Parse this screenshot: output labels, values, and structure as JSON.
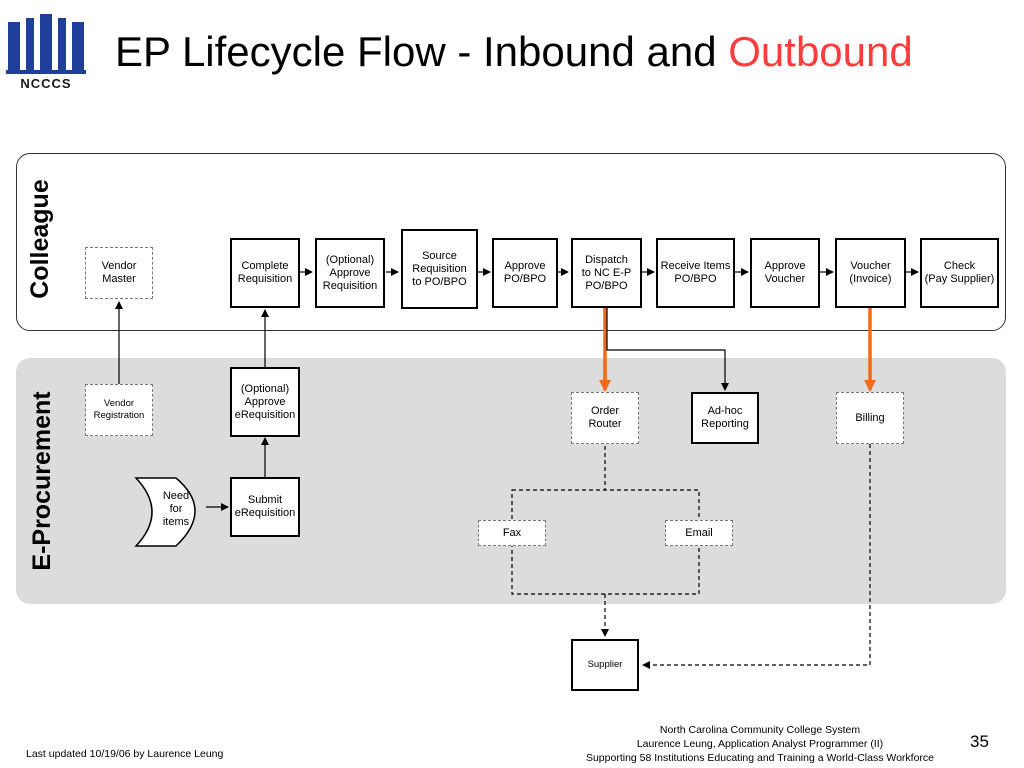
{
  "header": {
    "logo_text": "NCCCS",
    "title_main": "EP Lifecycle Flow - Inbound and ",
    "title_accent": "Outbound",
    "accent_color": "#ff3b3b"
  },
  "lanes": {
    "colleague": "Colleague",
    "eprocurement": "E-Procurement"
  },
  "nodes": {
    "vendor_master": "Vendor\nMaster",
    "complete_requisition": "Complete\nRequisition",
    "optional_approve_requisition": "(Optional)\nApprove\nRequisition",
    "source_requisition": "Source\nRequisition\nto PO/BPO",
    "approve_po": "Approve\nPO/BPO",
    "dispatch": "Dispatch\nto NC E-P\nPO/BPO",
    "receive_items": "Receive Items\nPO/BPO",
    "approve_voucher": "Approve\nVoucher",
    "voucher_invoice": "Voucher\n(Invoice)",
    "check": "Check\n(Pay Supplier)",
    "vendor_registration": "Vendor\nRegistration",
    "optional_approve_erequisition": "(Optional)\nApprove\neRequisition",
    "need_for_items": "Need\nfor\nitems",
    "submit_erequisition": "Submit\neRequisition",
    "order_router": "Order\nRouter",
    "adhoc_reporting": "Ad-hoc\nReporting",
    "billing": "Billing",
    "fax": "Fax",
    "email": "Email",
    "supplier": "Supplier"
  },
  "colors": {
    "highlight_arrow": "#f06a1a",
    "eproc_lane": "#dcdcdc"
  },
  "footer": {
    "last_updated": "Last updated 10/19/06 by Laurence Leung",
    "org_line1": "North Carolina Community College System",
    "org_line2": "Laurence Leung, Application Analyst Programmer (II)",
    "org_line3": "Supporting 58 Institutions Educating and Training a World-Class Workforce",
    "page_number": "35"
  }
}
